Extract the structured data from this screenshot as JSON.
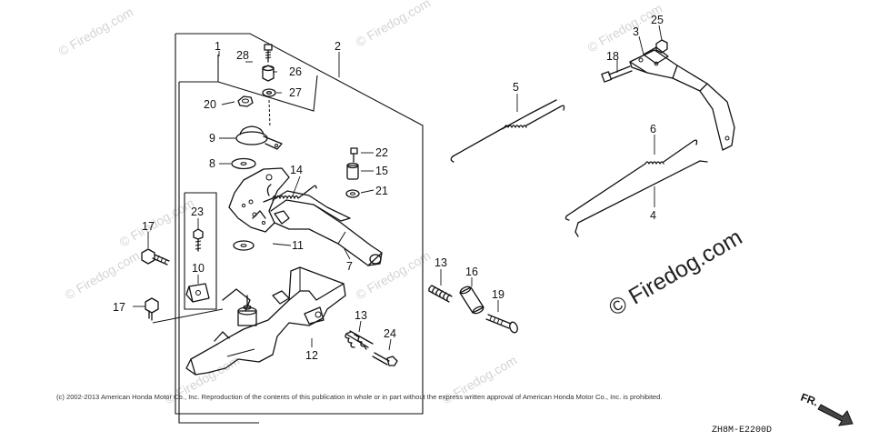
{
  "callouts": [
    "1",
    "2",
    "3",
    "4",
    "5",
    "6",
    "7",
    "8",
    "9",
    "10",
    "11",
    "12",
    "13",
    "13",
    "14",
    "15",
    "16",
    "17",
    "17",
    "18",
    "19",
    "20",
    "21",
    "22",
    "23",
    "24",
    "25",
    "26",
    "27",
    "28"
  ],
  "watermark": {
    "small": "© Firedog.com",
    "large": "© Firedog.com"
  },
  "copyright": "(c) 2002-2013 American Honda Motor Co., Inc. Reproduction of the contents of this publication in whole or in part without the express written approval of American Honda Motor Co., Inc. is prohibited.",
  "direction_label": "FR.",
  "diagram_code": "ZH8M-E2200D"
}
